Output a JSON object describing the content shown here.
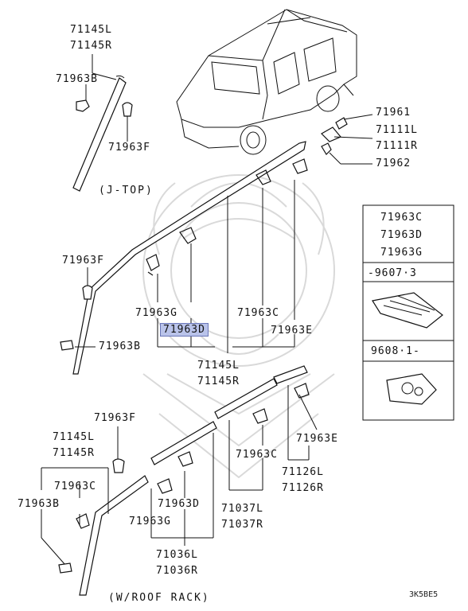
{
  "watermark_text": "Mitsubishi emblem watermark",
  "top": {
    "mold_l": "71145L",
    "mold_r": "71145R",
    "clip_b": "71963B",
    "clip_f": "71963F",
    "variant": "(J-TOP)"
  },
  "right_callouts": {
    "c1": "71961",
    "c2": "71111L",
    "c3": "71111R",
    "c4": "71962"
  },
  "middle": {
    "clip_f": "71963F",
    "clip_g": "71963G",
    "clip_d": "71963D",
    "clip_c": "71963C",
    "clip_e": "71963E",
    "clip_b": "71963B",
    "mold_l": "71145L",
    "mold_r": "71145R"
  },
  "side_box": {
    "codes": [
      "71963C",
      "71963D",
      "71963G"
    ],
    "range_1": "-9607·3",
    "range_2": "9608·1-"
  },
  "bottom": {
    "clip_f": "71963F",
    "mold_l": "71145L",
    "mold_r": "71145R",
    "clip_c_left": "71963C",
    "clip_b": "71963B",
    "clip_d": "71963D",
    "clip_g": "71963G",
    "mold_36l": "71036L",
    "mold_36r": "71036R",
    "clip_c_mid": "71963C",
    "mold_37l": "71037L",
    "mold_37r": "71037R",
    "clip_e": "71963E",
    "mold_26l": "71126L",
    "mold_26r": "71126R",
    "variant": "(W/ROOF RACK)"
  },
  "diagram_code": "3K5BE5"
}
